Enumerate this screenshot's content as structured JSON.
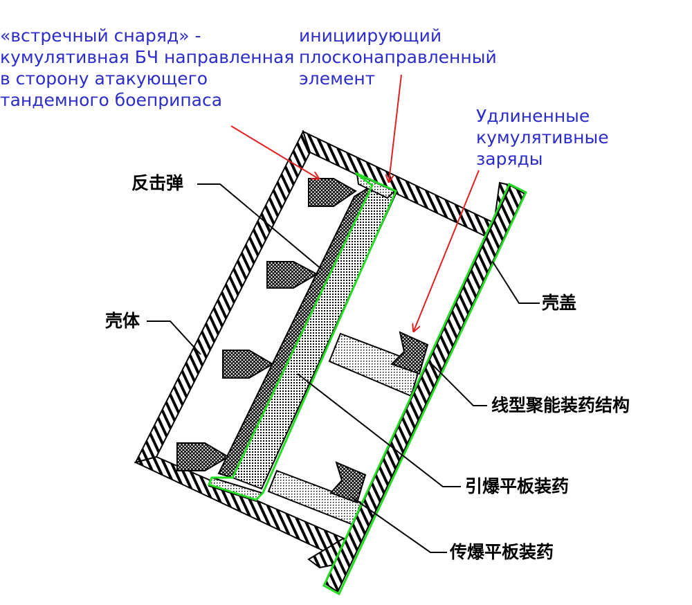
{
  "colors": {
    "annotation_text": "#2c2ccc",
    "arrow": "#e02020",
    "highlight": "#22dd22",
    "drawing": "#000000"
  },
  "annotations_ru": {
    "counter_warhead": [
      "«встречный снаряд» -",
      "кумулятивная БЧ направленная",
      "в сторону атакующего",
      "тандемного боеприпаса"
    ],
    "initiating_element": [
      "инициирующий",
      "плосконаправленный",
      "элемент"
    ],
    "elongated_charges": [
      "Удлиненные",
      "кумулятивные",
      "заряды"
    ]
  },
  "labels_cn": {
    "counter_projectile": "反击弹",
    "shell_body": "壳体",
    "shell_cover": "壳盖",
    "linear_shaped_charge": "线型聚能装药结构",
    "detonating_plate_charge": "引爆平板装药",
    "transfer_plate_charge": "传爆平板装药"
  }
}
